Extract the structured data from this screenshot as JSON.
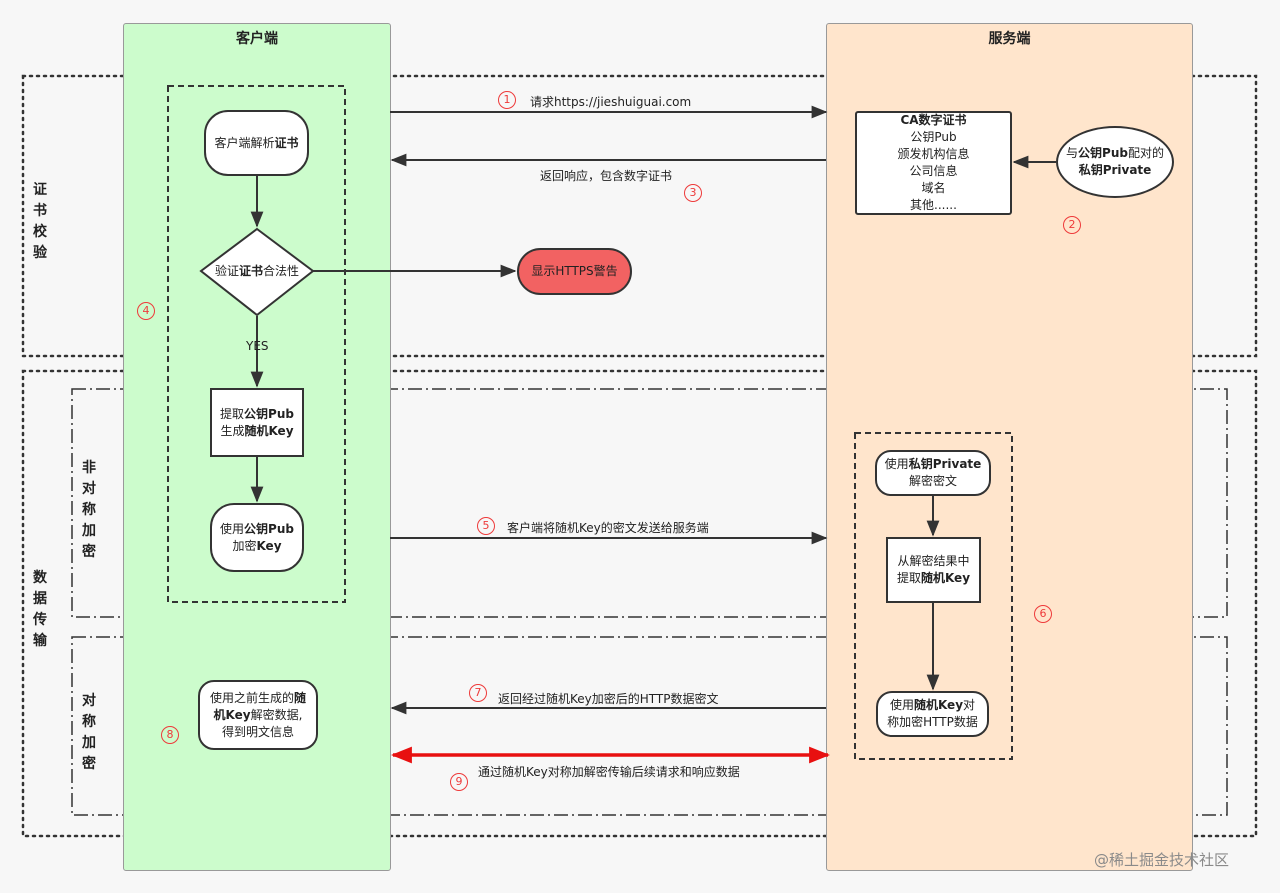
{
  "lanes": {
    "client": "客户端",
    "server": "服务端"
  },
  "sections": {
    "cert_check": "证书校验",
    "data_transfer": "数据传输",
    "asymmetric": "非对称加密",
    "symmetric": "对称加密"
  },
  "nodes": {
    "parse_cert": {
      "pre": "客户端解析",
      "bold": "证书",
      "post": ""
    },
    "verify_cert": {
      "pre": "验证",
      "bold": "证书",
      "post": "合法性"
    },
    "https_warning": "显示HTTPS警告",
    "extract_pub": {
      "l1_pre": "提取",
      "l1_bold": "公钥Pub",
      "l2_pre": "生成",
      "l2_bold": "随机Key"
    },
    "encrypt_key": {
      "l1_pre": "使用",
      "l1_bold": "公钥Pub",
      "l2_pre": "加密",
      "l2_bold": "Key"
    },
    "decrypt_data": {
      "l1_pre": "使用之前生成的",
      "l1_bold": "随",
      "l2_bold": "机Key",
      "l2_post": "解密数据,",
      "l3": "得到明文信息"
    },
    "ca_cert": {
      "title": "CA数字证书",
      "lines": [
        "公钥Pub",
        "颁发机构信息",
        "公司信息",
        "域名",
        "其他......"
      ]
    },
    "private_key": {
      "l1_pre": "与",
      "l1_bold": "公钥Pub",
      "l1_post": "配对的",
      "l2_bold": "私钥Private"
    },
    "decrypt_cipher": {
      "l1_pre": "使用",
      "l1_bold": "私钥Private",
      "l2": "解密密文"
    },
    "extract_key": {
      "l1": "从解密结果中",
      "l2_pre": "提取",
      "l2_bold": "随机Key"
    },
    "encrypt_http": {
      "l1_pre": "使用",
      "l1_bold": "随机Key",
      "l1_post": "对",
      "l2": "称加密HTTP数据"
    }
  },
  "edges": {
    "yes": "YES",
    "e1": "请求https://jieshuiguai.com",
    "e3": "返回响应，包含数字证书",
    "e5": "客户端将随机Key的密文发送给服务端",
    "e7": "返回经过随机Key加密后的HTTP数据密文",
    "e9": "通过随机Key对称加解密传输后续请求和响应数据"
  },
  "numbers": {
    "n1": "1",
    "n2": "2",
    "n3": "3",
    "n4": "4",
    "n5": "5",
    "n6": "6",
    "n7": "7",
    "n8": "8",
    "n9": "9"
  },
  "watermark": "@稀土掘金技术社区",
  "colors": {
    "client_lane": "#ccfccc",
    "server_lane": "#ffe5cc",
    "warning": "#f26262",
    "highlight_arrow": "#e81010",
    "step_number": "#ee3a3a"
  }
}
